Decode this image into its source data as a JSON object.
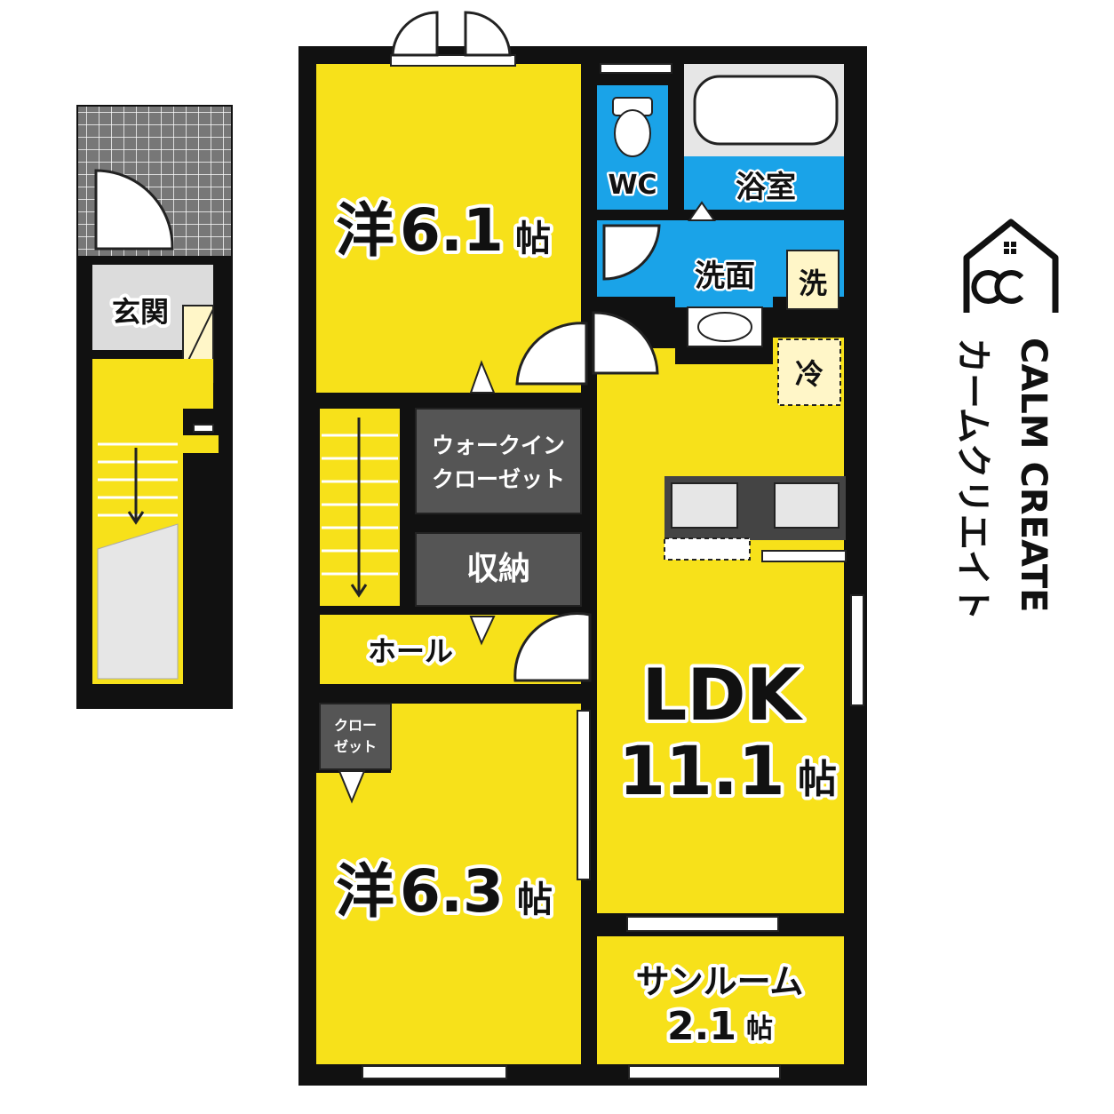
{
  "rooms": {
    "western_top": {
      "kind": "洋",
      "size": "6.1",
      "unit": "帖"
    },
    "western_bottom": {
      "kind": "洋",
      "size": "6.3",
      "unit": "帖"
    },
    "ldk": {
      "name": "LDK",
      "size": "11.1",
      "unit": "帖"
    },
    "sunroom": {
      "name": "サンルーム",
      "size": "2.1",
      "unit": "帖"
    },
    "wc": "WC",
    "bath": "浴室",
    "washroom": "洗面",
    "laundry": "洗",
    "fridge": "冷",
    "walk_in_closet_line1": "ウォークイン",
    "walk_in_closet_line2": "クローゼット",
    "storage": "収納",
    "hall": "ホール",
    "closet_line1": "クロー",
    "closet_line2": "ゼット",
    "entrance": "玄関"
  },
  "logo": {
    "en": "CALM CREATE",
    "jp": "カームクリエイト"
  },
  "colors": {
    "room_yellow": "#f7e11a",
    "wet_blue": "#1aa3e8",
    "storage_gray": "#555555",
    "wall": "#111111",
    "fixture_gray": "#e2e2e2",
    "tile_gray": "#666666"
  }
}
